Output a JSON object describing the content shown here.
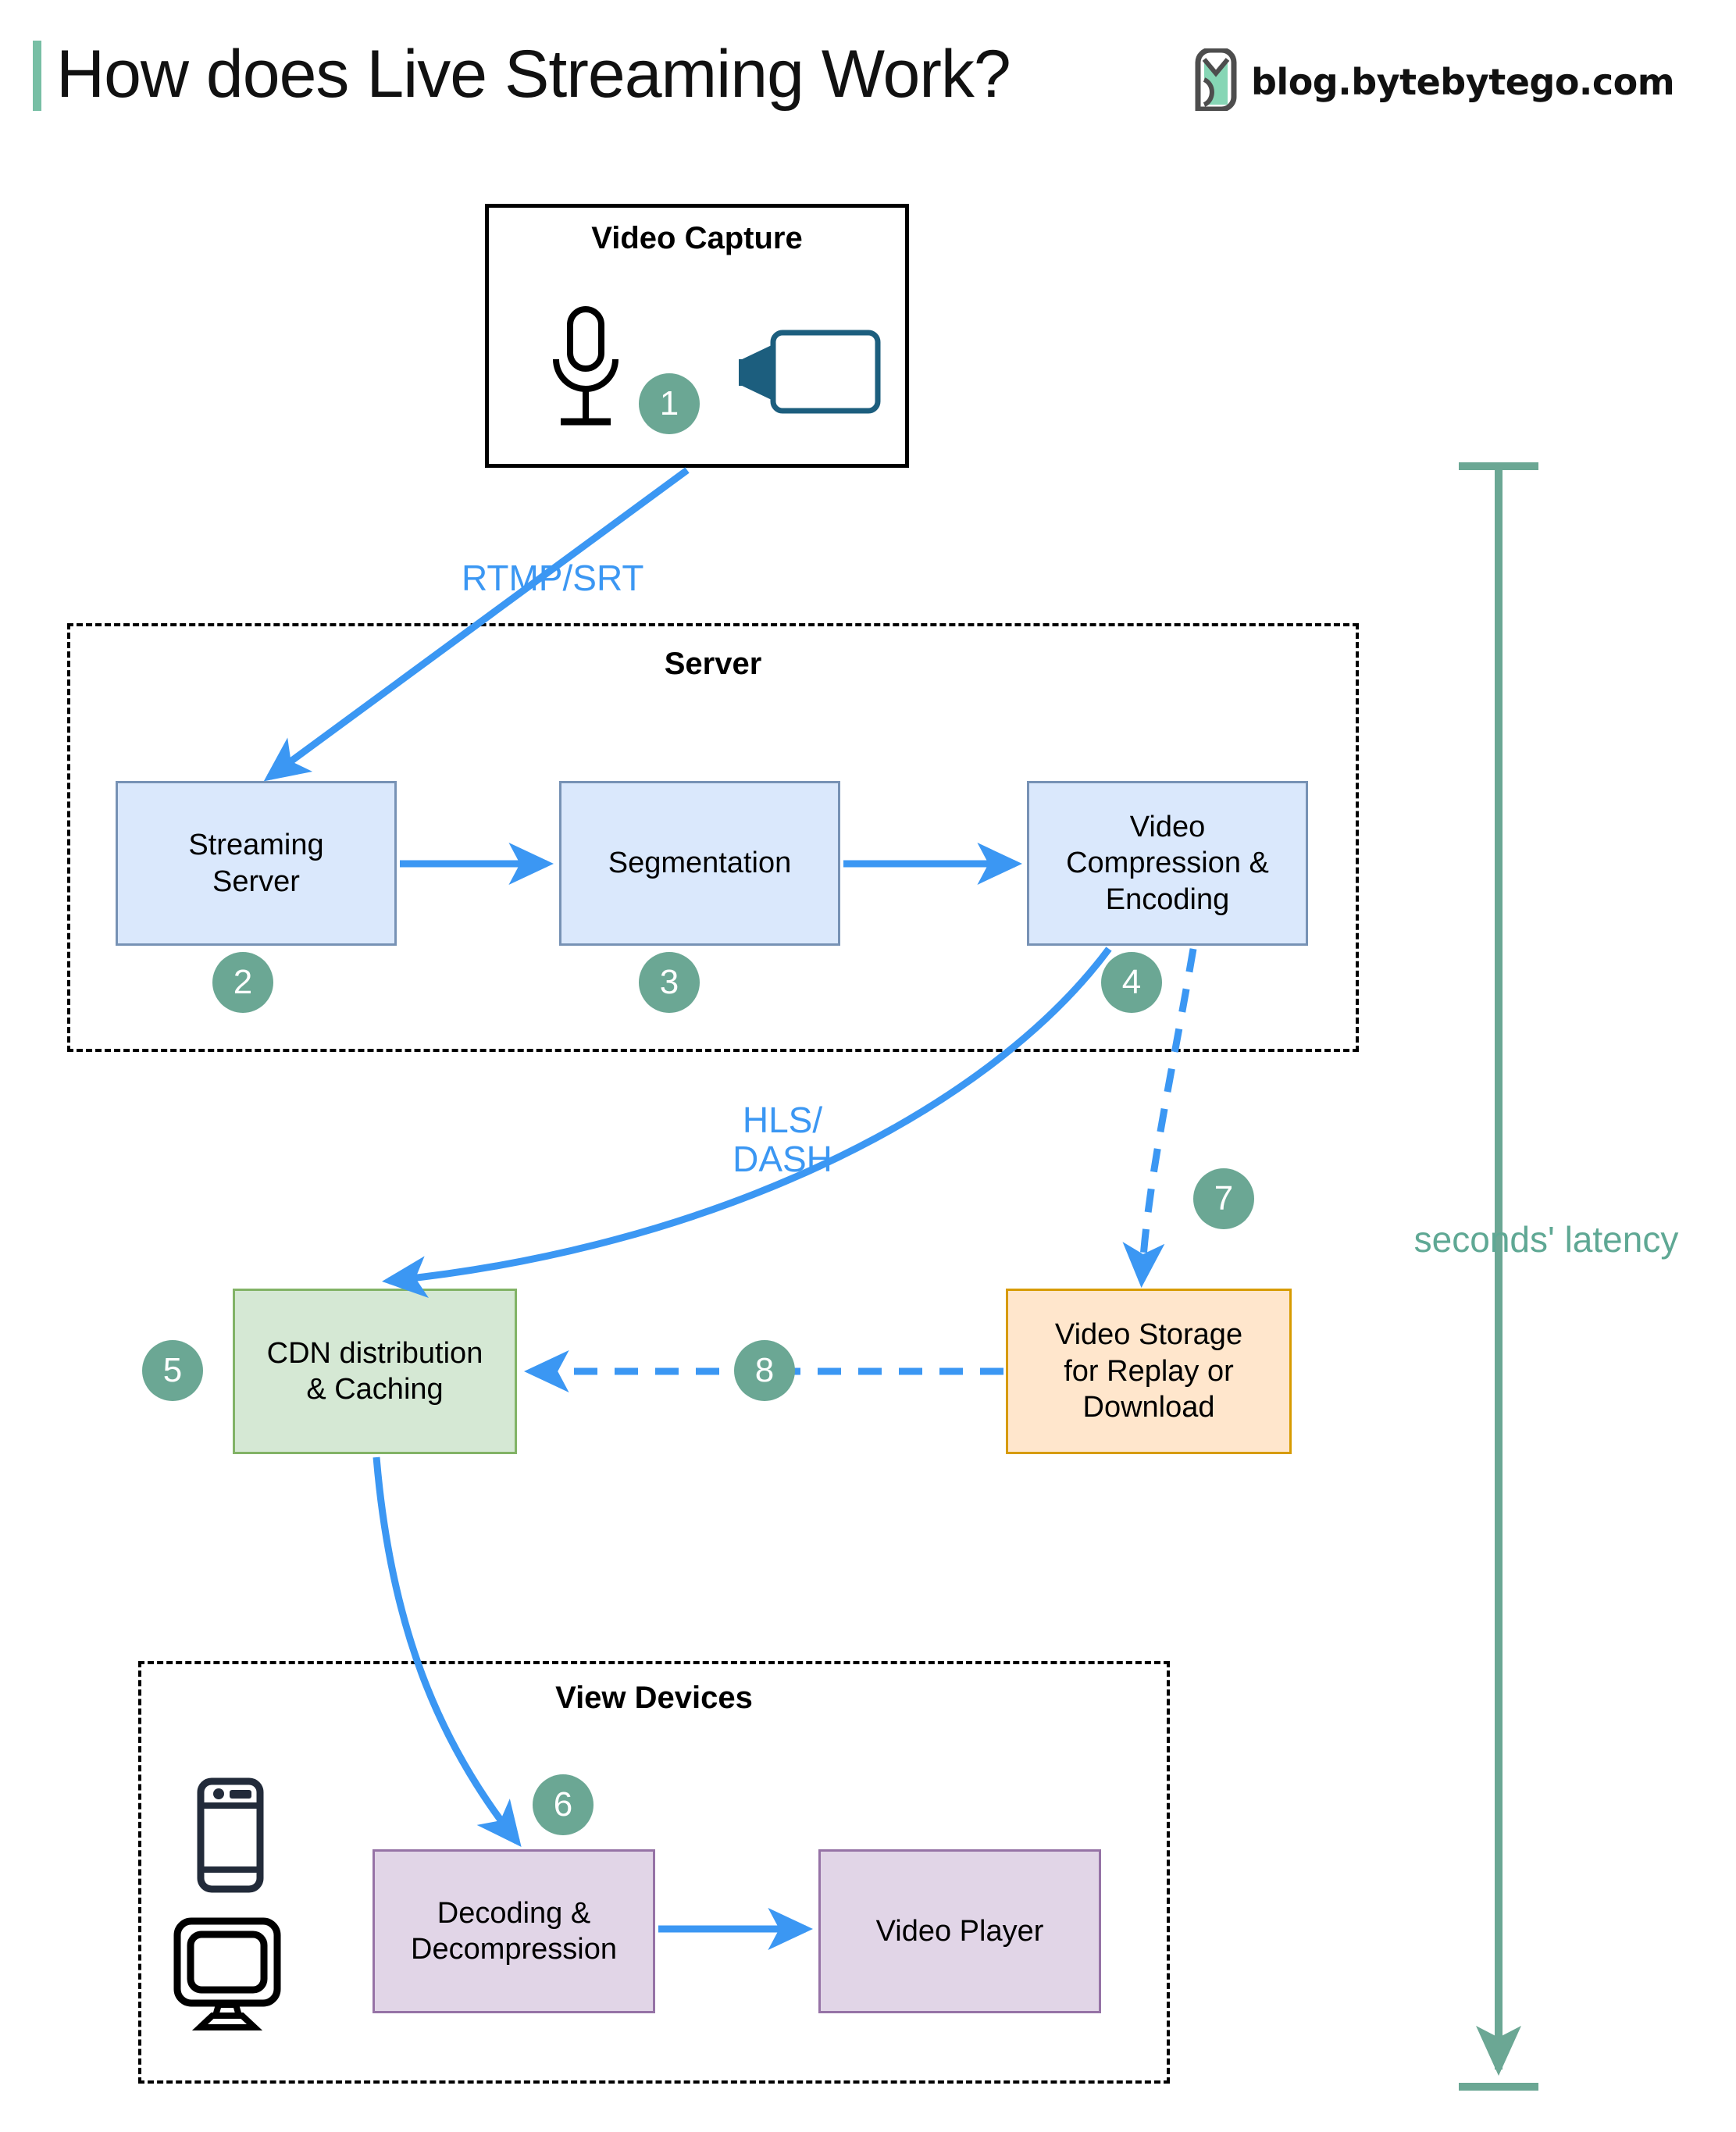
{
  "header": {
    "title": "How does Live Streaming Work?",
    "brand_text": "blog.bytebytego.com",
    "accent_color": "#78bfa5"
  },
  "diagram": {
    "type": "flow",
    "colors": {
      "arrow_blue": "#3b97f3",
      "step_badge": "#6ba794",
      "latency_teal": "#5fa894",
      "blue_fill": "#dae8fc",
      "blue_stroke": "#7792b5",
      "green_fill": "#d5e8d4",
      "green_stroke": "#82b366",
      "orange_fill": "#ffe6cc",
      "orange_stroke": "#d79b00",
      "purple_fill": "#e1d5e7",
      "purple_stroke": "#9673a6"
    },
    "groups": [
      {
        "id": "capture",
        "title": "Video Capture"
      },
      {
        "id": "server",
        "title": "Server"
      },
      {
        "id": "devices",
        "title": "View Devices"
      }
    ],
    "nodes": [
      {
        "id": "streaming-server",
        "label": "Streaming\nServer",
        "step": "2"
      },
      {
        "id": "segmentation",
        "label": "Segmentation",
        "step": "3"
      },
      {
        "id": "video-compression",
        "label": "Video\nCompression &\nEncoding",
        "step": "4"
      },
      {
        "id": "cdn",
        "label": "CDN distribution\n& Caching",
        "step": "5"
      },
      {
        "id": "video-storage",
        "label": "Video Storage\nfor Replay or\nDownload",
        "step": "7"
      },
      {
        "id": "decoding",
        "label": "Decoding &\nDecompression",
        "step": "6"
      },
      {
        "id": "video-player",
        "label": "Video Player",
        "step": ""
      }
    ],
    "steps": [
      "1",
      "2",
      "3",
      "4",
      "5",
      "6",
      "7",
      "8"
    ],
    "edge_labels": [
      {
        "id": "rtmp-srt",
        "text": "RTMP/SRT"
      },
      {
        "id": "hls-dash",
        "text": "HLS/\nDASH"
      }
    ],
    "annotations": [
      {
        "id": "latency",
        "text": "seconds' latency"
      }
    ],
    "icons": [
      {
        "id": "microphone-icon"
      },
      {
        "id": "video-camera-icon"
      },
      {
        "id": "smartphone-icon"
      },
      {
        "id": "monitor-icon"
      }
    ]
  }
}
